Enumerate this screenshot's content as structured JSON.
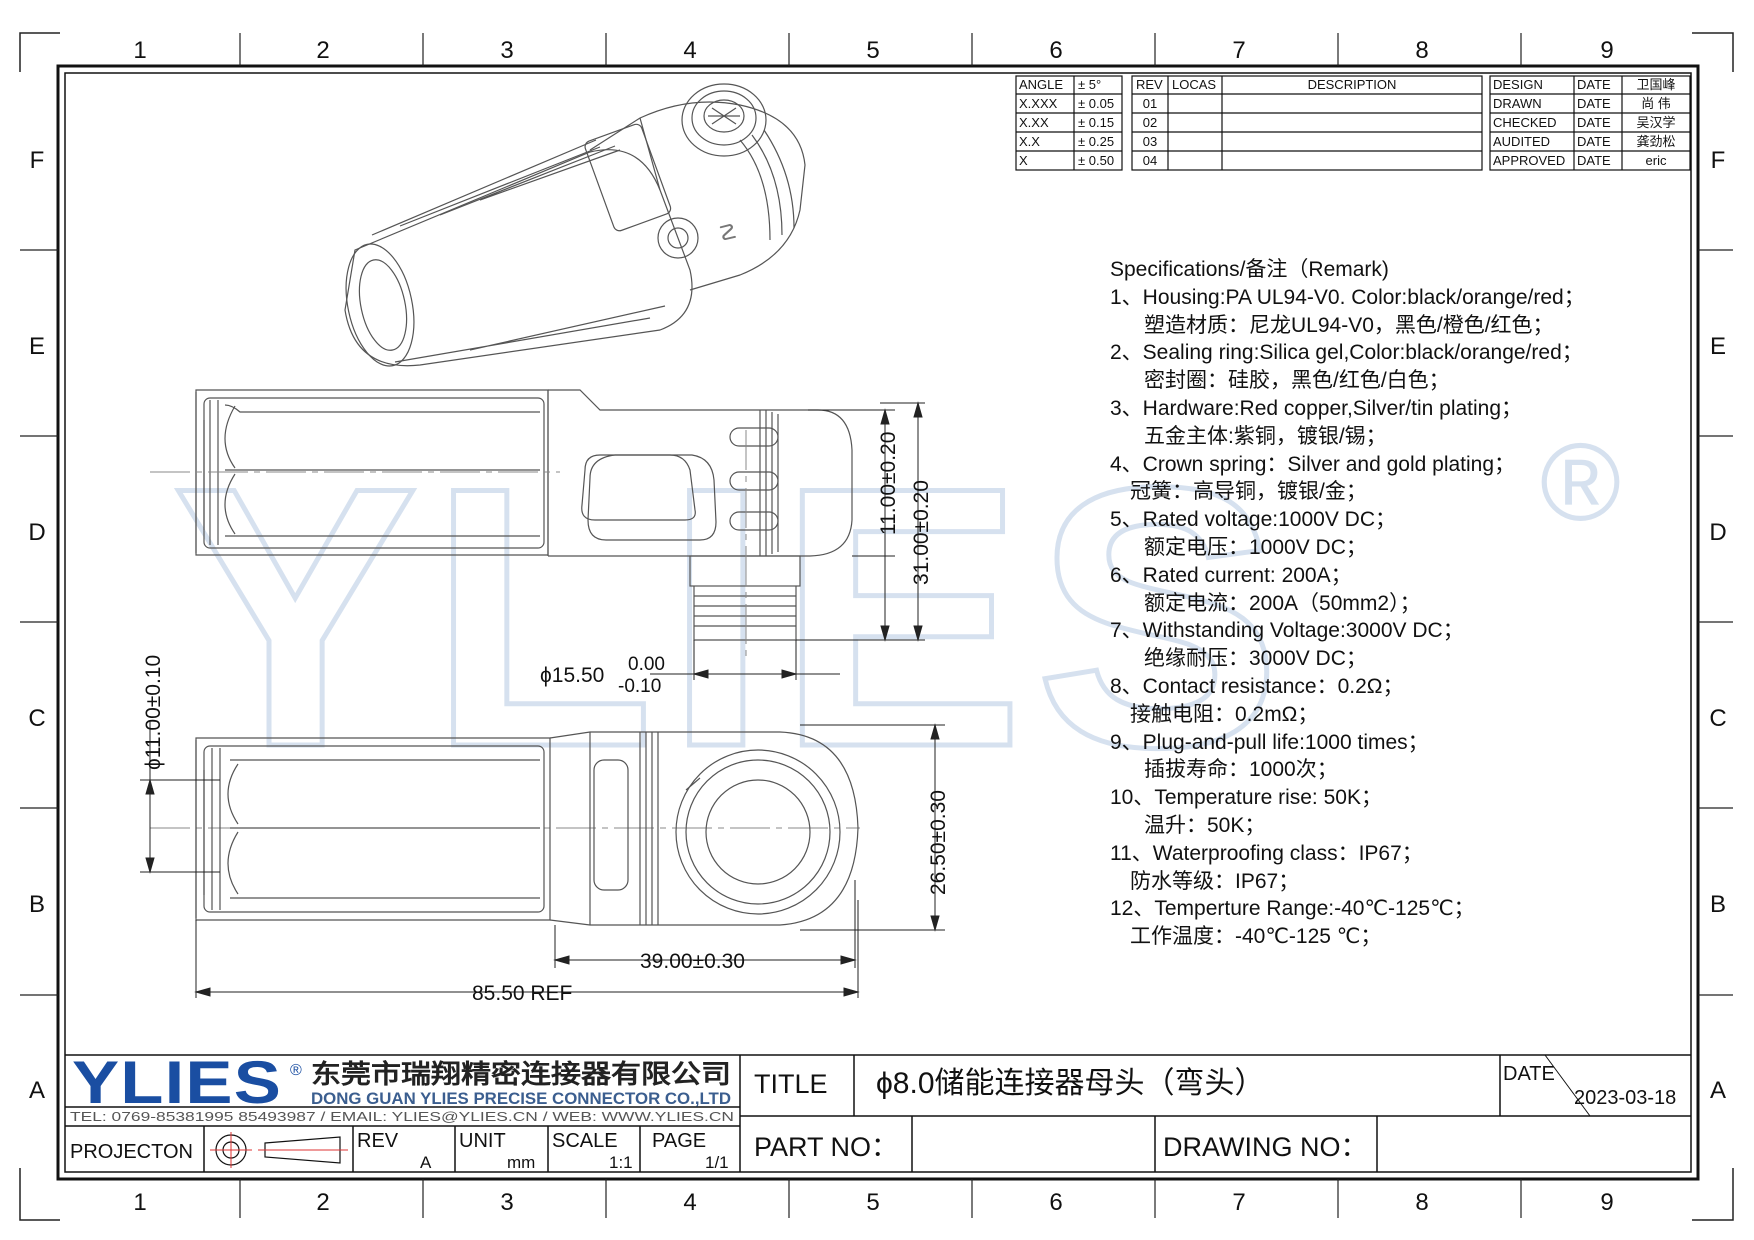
{
  "colors": {
    "ink": "#111111",
    "brand_blue": "#1a4ea2",
    "watermark": "#d6e1ef"
  },
  "watermark": {
    "text": "YLIES",
    "mark": "®"
  },
  "grid": {
    "columns": [
      "1",
      "2",
      "3",
      "4",
      "5",
      "6",
      "7",
      "8",
      "9"
    ],
    "rows": [
      "F",
      "E",
      "D",
      "C",
      "B",
      "A"
    ]
  },
  "tolerance_table": {
    "headers": [
      "ANGLE",
      "±  5°"
    ],
    "rows": [
      [
        "X.XXX",
        "± 0.05"
      ],
      [
        "X.XX",
        "± 0.15"
      ],
      [
        "X.X",
        "± 0.25"
      ],
      [
        "X",
        "± 0.50"
      ]
    ]
  },
  "revision_table": {
    "headers": [
      "REV",
      "LOCAS",
      "DESCRIPTION"
    ],
    "revs": [
      "01",
      "02",
      "03",
      "04"
    ]
  },
  "signoff_table": {
    "rows": [
      {
        "role": "DESIGN",
        "date": "DATE",
        "name": "卫国峰"
      },
      {
        "role": "DRAWN",
        "date": "DATE",
        "name": "尚 伟"
      },
      {
        "role": "CHECKED",
        "date": "DATE",
        "name": "吴汉学"
      },
      {
        "role": "AUDITED",
        "date": "DATE",
        "name": "龚劲松"
      },
      {
        "role": "APPROVED",
        "date": "DATE",
        "name": "eric"
      }
    ]
  },
  "specs": {
    "title": "Specifications/备注（Remark)",
    "items": [
      {
        "en": "1、Housing:PA UL94-V0. Color:black/orange/red；",
        "cn": "塑造材质：尼龙UL94-V0，黑色/橙色/红色；",
        "indent": "sub"
      },
      {
        "en": "2、Sealing ring:Silica gel,Color:black/orange/red；",
        "cn": "密封圈：硅胶，黑色/红色/白色；",
        "indent": "sub"
      },
      {
        "en": "3、Hardware:Red copper,Silver/tin plating；",
        "cn": "五金主体:紫铜，镀银/锡；",
        "indent": "sub"
      },
      {
        "en": "4、Crown spring：Silver and gold plating；",
        "cn": "冠簧：高导铜，镀银/金；",
        "indent": "sub2"
      },
      {
        "en": "5、Rated voltage:1000V DC；",
        "cn": "额定电压：1000V DC；",
        "indent": "sub"
      },
      {
        "en": "6、Rated current: 200A；",
        "cn": "额定电流：200A（50mm2）；",
        "indent": "sub"
      },
      {
        "en": "7、Withstanding Voltage:3000V DC；",
        "cn": "绝缘耐压：3000V DC；",
        "indent": "sub"
      },
      {
        "en": "8、Contact resistance：0.2Ω；",
        "cn": "接触电阻：0.2mΩ；",
        "indent": "sub2"
      },
      {
        "en": "9、Plug-and-pull life:1000  times；",
        "cn": "插拔寿命：1000次；",
        "indent": "sub"
      },
      {
        "en": "10、Temperature rise: 50K；",
        "cn": "温升：50K；",
        "indent": "sub"
      },
      {
        "en": "11、Waterproofing class：IP67；",
        "cn": "防水等级：IP67；",
        "indent": "sub2"
      },
      {
        "en": "12、Temperture Range:-40℃-125℃；",
        "cn": "工作温度：-40℃-125 ℃；",
        "indent": "sub2"
      }
    ]
  },
  "dimensions": {
    "d1": "11.00±0.20",
    "d2": "31.00±0.20",
    "d3_main": "ϕ15.50",
    "d3_upper": "0.00",
    "d3_lower": "-0.10",
    "d4": "ϕ11.00±0.10",
    "d5": "26.50±0.30",
    "d6": "39.00±0.30",
    "d7": "85.50 REF"
  },
  "title_block": {
    "logo": "YLIES",
    "logo_mark": "®",
    "company_cn": "东莞市瑞翔精密连接器有限公司",
    "company_en": "DONG GUAN YLIES PRECISE CONNECTOR CO.,LTD",
    "contact": "TEL:  0769-85381995 85493987  /  EMAIL:  YLIES@YLIES.CN  /  WEB:  WWW.YLIES.CN",
    "title_label": "TITLE",
    "title_value": "ϕ8.0储能连接器母头（弯头）",
    "date_label": "DATE",
    "date_value": "2023-03-18",
    "projection_label": "PROJECTON",
    "rev_label": "REV",
    "rev_value": "A",
    "unit_label": "UNIT",
    "unit_value": "mm",
    "scale_label": "SCALE",
    "scale_value": "1:1",
    "page_label": "PAGE",
    "page_value": "1/1",
    "part_no_label": "PART NO：",
    "drawing_no_label": "DRAWING NO："
  }
}
